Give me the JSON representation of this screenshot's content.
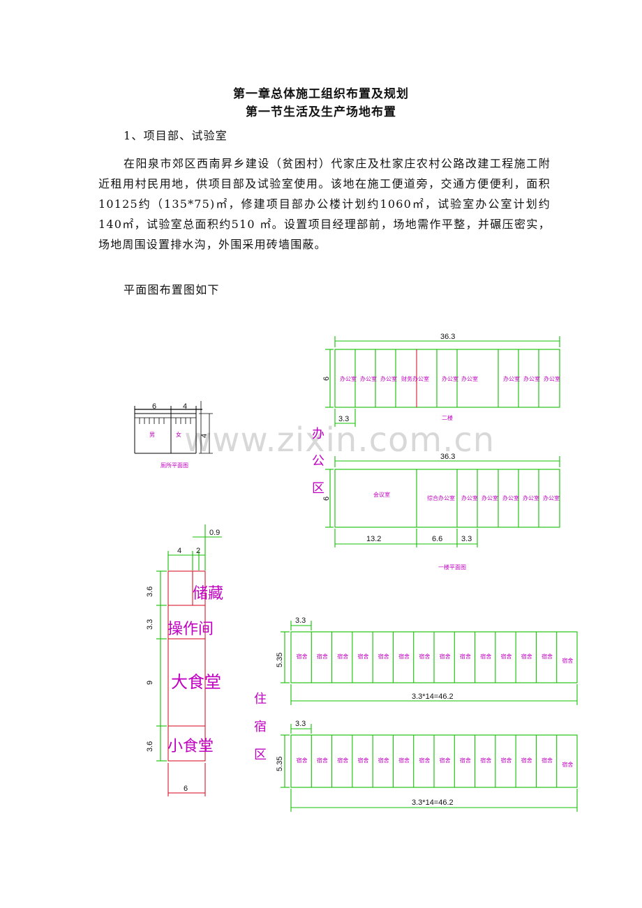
{
  "heading": {
    "chapter": "第一章总体施工组织布置及规划",
    "section": "第一节生活及生产场地布置"
  },
  "item1": "1、项目部、试验室",
  "paragraph": "在阳泉市郊区西南昇乡建设（贫困村）代家庄及杜家庄农村公路改建工程施工附近租用村民用地，供项目部及试验室使用。该地在施工便道旁，交通方便便利，面积10125约（135*75)㎡，修建项目部办公楼计划约1060㎡，试验室办公室计划约140㎡，试验室总面积约510 ㎡。设置项目经理部前，场地需作平整，并碾压密实，场地周围设置排水沟，外围采用砖墙围蔽。",
  "layout_intro": "平面图布置图如下",
  "watermark": "www.zixin.com.cn",
  "toilet": {
    "dim_left": "6",
    "dim_right": "4",
    "dim_height": "4",
    "male": "男",
    "female": "女",
    "caption": "厕所平面图"
  },
  "office_zone": {
    "zone_label": [
      "办",
      "公",
      "区"
    ],
    "floor2": {
      "total_width": "36.3",
      "height": "6",
      "unit_width": "3.3",
      "rooms": [
        "办公室",
        "办公室",
        "办公室",
        "财务办公室",
        "办公室",
        "办公室",
        "办公室",
        "办公室",
        "办公室"
      ],
      "caption": "二楼"
    },
    "floor1": {
      "total_width": "36.3",
      "height": "6",
      "dims": [
        "13.2",
        "6.6",
        "3.3"
      ],
      "rooms": [
        "会议室",
        "综合办公室",
        "办公室",
        "办公室",
        "办公室",
        "办公室",
        "办公室"
      ],
      "caption": "一楼平面图"
    }
  },
  "canteen": {
    "dim_top_right": "0.9",
    "dim_top_left": "4",
    "dim_top_mid": "2",
    "heights": [
      "3.6",
      "3.3",
      "9",
      "3.6"
    ],
    "rooms": [
      "储藏",
      "操作间",
      "大食堂",
      "小食堂"
    ],
    "width": "6"
  },
  "dorm_zone": {
    "zone_label": [
      "住",
      "宿",
      "区"
    ],
    "unit_width": "3.3",
    "height": "5.35",
    "total": "3.3*14=46.2",
    "room": "宿舍",
    "rooms_per_row": 14
  }
}
